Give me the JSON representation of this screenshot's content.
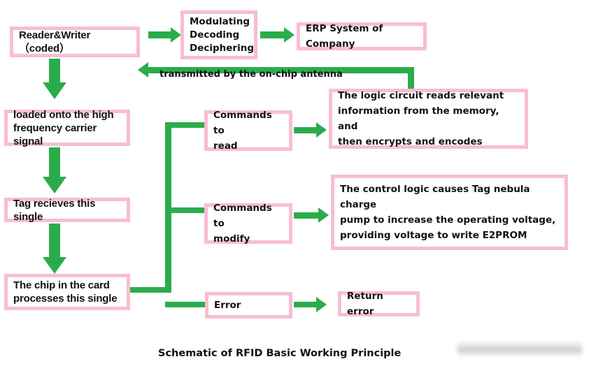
{
  "diagram": {
    "title": "Schematic of RFID Basic Working Principle",
    "colors": {
      "box_border": "#f9bdd1",
      "connector": "#2bac4c",
      "text": "#111111",
      "background": "#ffffff"
    },
    "nodes": {
      "reader_writer": "Reader&Writer（coded）",
      "modulating": "Modulating\nDecoding\nDeciphering",
      "erp_system": "ERP System of Company",
      "loaded_carrier": "loaded onto the high\nfrequency carrier signal",
      "tag_receives": "Tag recieves this single",
      "chip_processes": "The chip in the card\nprocesses this single",
      "commands_read": "Commands to\nread",
      "commands_modify": "Commands to\nmodify",
      "error": "Error",
      "logic_circuit": "The logic circuit reads relevant\ninformation from the memory, and\nthen encrypts and encodes",
      "control_logic": "The control logic causes Tag nebula charge\npump to increase the operating voltage,\nproviding voltage to write E2PROM",
      "return_error": "Return error"
    },
    "edge_labels": {
      "antenna": "transmitted by the on-chip antenna"
    }
  }
}
